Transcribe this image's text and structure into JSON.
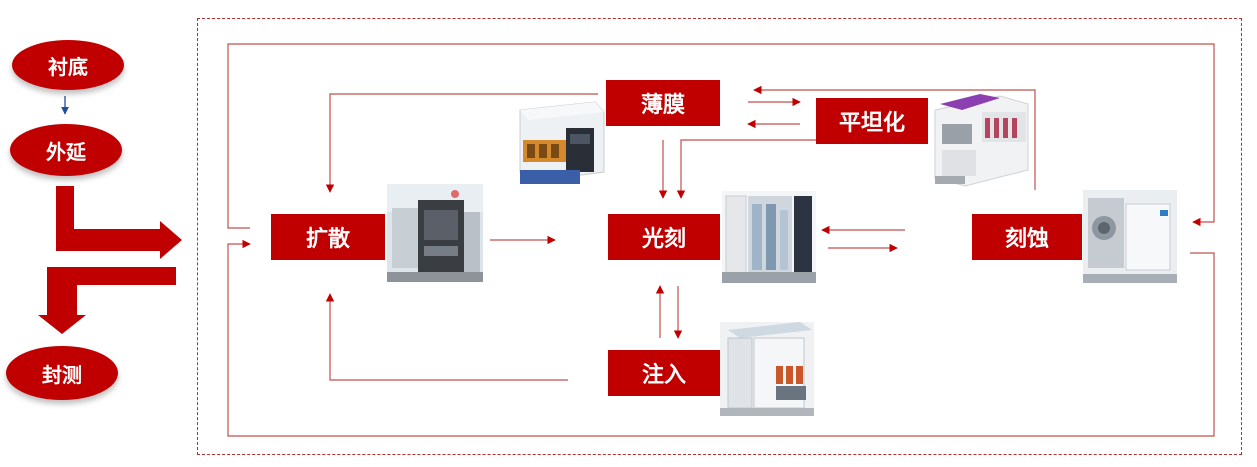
{
  "left_steps": {
    "substrate": "衬底",
    "epitaxy": "外延",
    "package_test": "封测"
  },
  "process_steps": {
    "diffusion": "扩散",
    "thin_film": "薄膜",
    "planarization": "平坦化",
    "lithography": "光刻",
    "etching": "刻蚀",
    "implantation": "注入"
  },
  "colors": {
    "accent": "#c00000",
    "arrow_red": "#c00000",
    "line_red": "#c0504d",
    "arrow_blue": "#1f4e9a"
  },
  "equipment_images": [
    "diffusion-furnace-image",
    "thin-film-deposition-tool-image",
    "cmp-planarization-tool-image",
    "lithography-scanner-image",
    "etch-tool-image",
    "ion-implanter-image"
  ]
}
